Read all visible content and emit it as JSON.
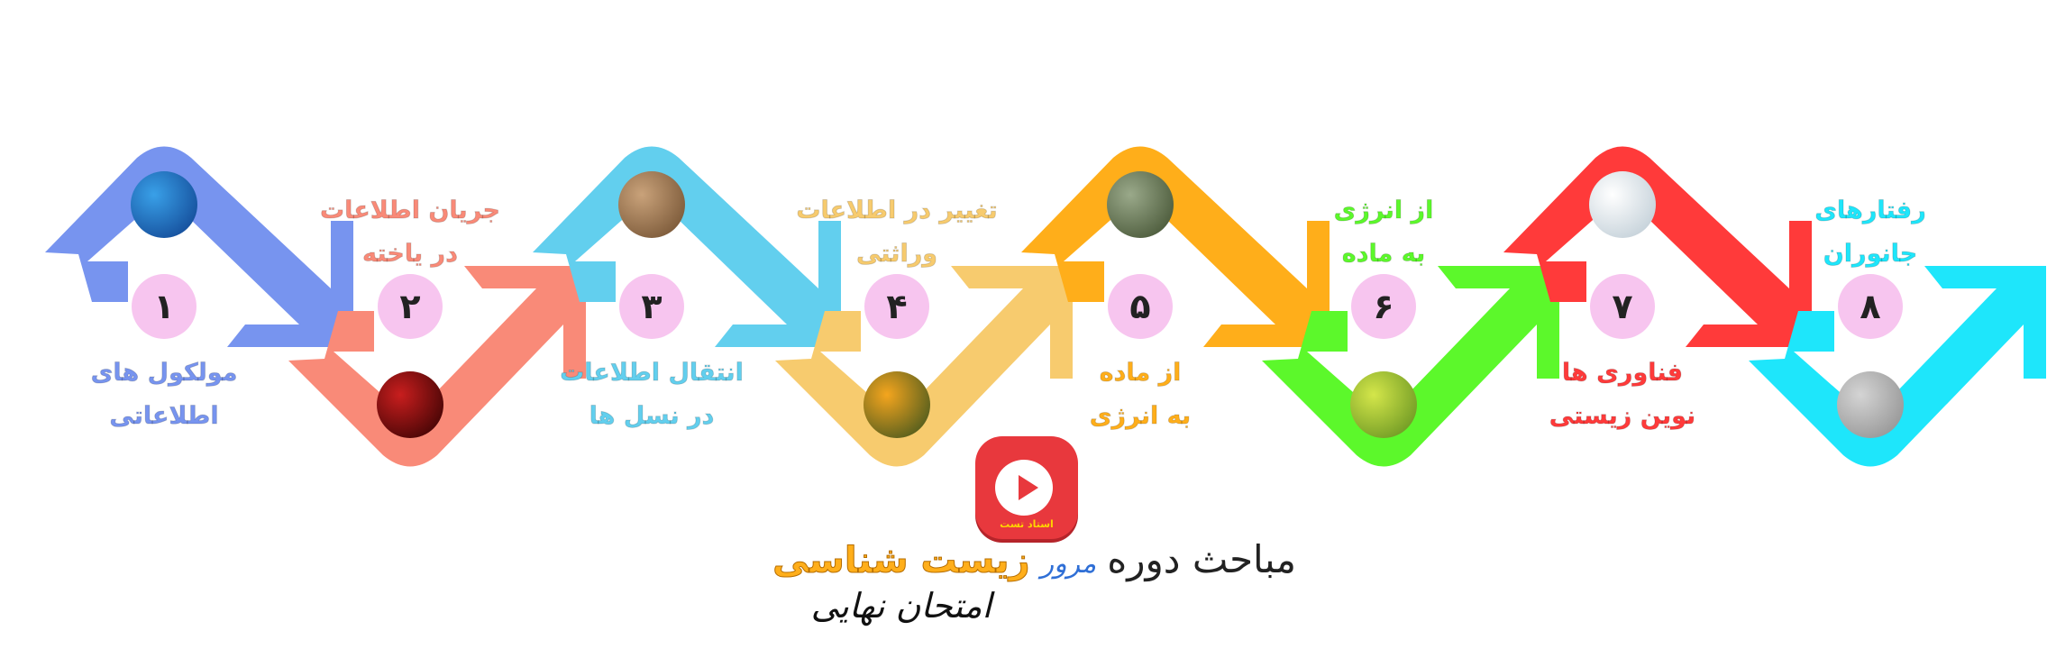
{
  "colors": {
    "step1": "#7794ef",
    "step2": "#f98a78",
    "step3": "#62cfee",
    "step4": "#f7cb6e",
    "step5": "#ffae1a",
    "step6": "#5cf82b",
    "step7": "#ff3a3a",
    "step8": "#1ee6fb",
    "number_circle": "#f7c5ef"
  },
  "steps": [
    {
      "number": "۱",
      "line1": "مولکول های",
      "line2": "اطلاعاتی",
      "label_color": "#7794ef",
      "photo": "dna-photo-icon"
    },
    {
      "number": "۲",
      "line1": "جریان اطلاعات",
      "line2": "در یاخته",
      "label_color": "#f98a78",
      "photo": "red-blood-cells-photo-icon"
    },
    {
      "number": "۳",
      "line1": "انتقال اطلاعات",
      "line2": "در نسل ها",
      "label_color": "#62cfee",
      "photo": "mammoth-photo-icon"
    },
    {
      "number": "۴",
      "line1": "تغییر در اطلاعات",
      "line2": "وراثتی",
      "label_color": "#f7cb6e",
      "photo": "citrus-photo-icon"
    },
    {
      "number": "۵",
      "line1": "از ماده",
      "line2": "به انرژی",
      "label_color": "#ffae1a",
      "photo": "forest-photo-icon"
    },
    {
      "number": "۶",
      "line1": "از انرژی",
      "line2": "به ماده",
      "label_color": "#5cf82b",
      "photo": "leaves-photo-icon"
    },
    {
      "number": "۷",
      "line1": "فناوری ها",
      "line2": "نوین زیستی",
      "label_color": "#ff3a3a",
      "photo": "laboratory-photo-icon"
    },
    {
      "number": "۸",
      "line1": "رفتارهای",
      "line2": "جانوران",
      "label_color": "#1ee6fb",
      "photo": "animal-photo-icon"
    }
  ],
  "title": {
    "part1": "مباحث دوره",
    "part2": "مرور",
    "part3": "زیست شناسی"
  },
  "subtitle": "امتحان نهایی",
  "logo": {
    "brand": "استاد تست"
  }
}
